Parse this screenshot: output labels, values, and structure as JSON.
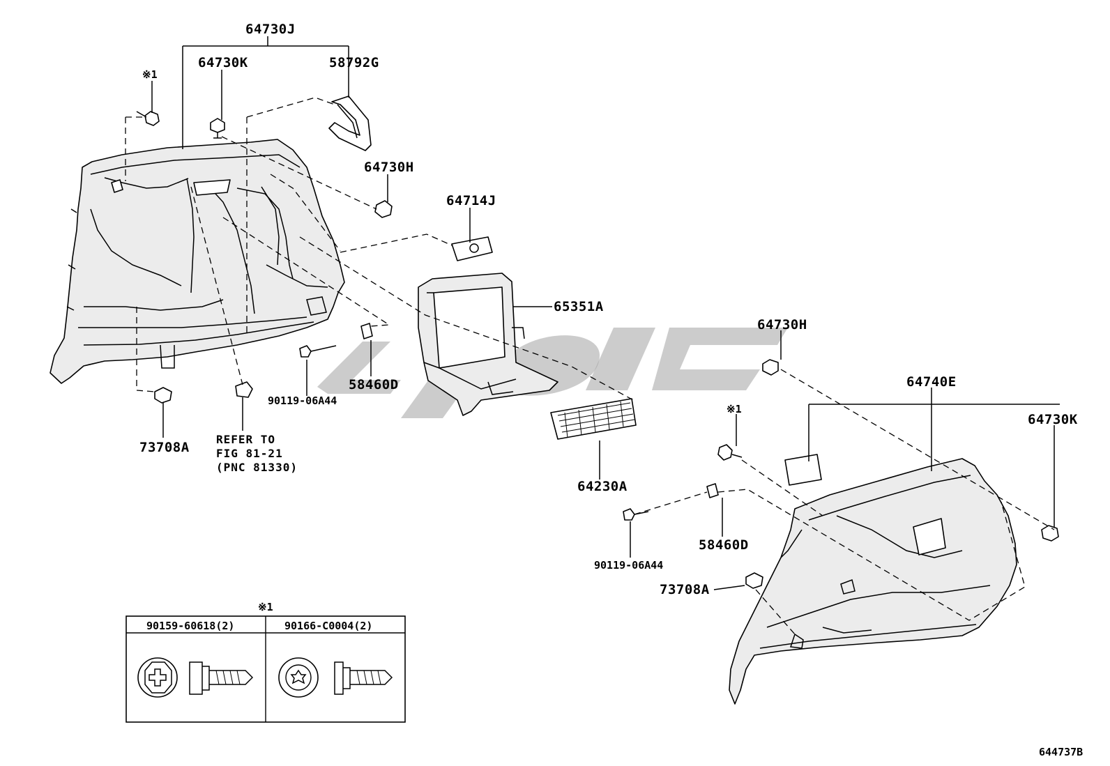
{
  "diagram_id": "644737B",
  "callouts": {
    "p64730J": "64730J",
    "p64730K_left": "64730K",
    "p58792G": "58792G",
    "note_mark_left": "※1",
    "p64730H_left": "64730H",
    "p64714J": "64714J",
    "p65351A": "65351A",
    "p58460D_left": "58460D",
    "p90119_left": "90119-06A44",
    "p73708A_left": "73708A",
    "refer_line1": "REFER TO",
    "refer_line2": "FIG 81-21",
    "refer_line3": "(PNC 81330)",
    "p64230A": "64230A",
    "p64730H_right": "64730H",
    "p64740E": "64740E",
    "note_mark_right": "※1",
    "p64730K_right": "64730K",
    "p58460D_right": "58460D",
    "p90119_right": "90119-06A44",
    "p73708A_right": "73708A"
  },
  "legend": {
    "title": "※1",
    "col1": "90159-60618(2)",
    "col2": "90166-C0004(2)"
  }
}
